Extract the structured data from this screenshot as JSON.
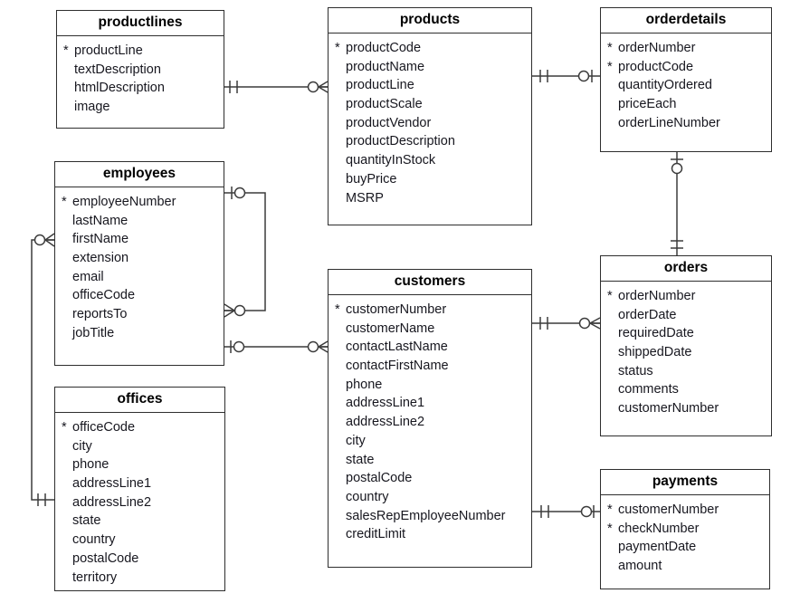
{
  "pk_marker": "*",
  "colors": {
    "background": "#ffffff",
    "table_border": "#2e2e2e",
    "connector_line": "#3c3c3c",
    "title_text": "#000000",
    "field_text": "#17171f"
  },
  "tables": [
    {
      "id": "productlines",
      "title": "productlines",
      "fields": [
        {
          "pk": true,
          "name": "productLine"
        },
        {
          "pk": false,
          "name": "textDescription"
        },
        {
          "pk": false,
          "name": "htmlDescription"
        },
        {
          "pk": false,
          "name": "image"
        }
      ]
    },
    {
      "id": "products",
      "title": "products",
      "fields": [
        {
          "pk": true,
          "name": "productCode"
        },
        {
          "pk": false,
          "name": "productName"
        },
        {
          "pk": false,
          "name": "productLine"
        },
        {
          "pk": false,
          "name": "productScale"
        },
        {
          "pk": false,
          "name": "productVendor"
        },
        {
          "pk": false,
          "name": "productDescription"
        },
        {
          "pk": false,
          "name": "quantityInStock"
        },
        {
          "pk": false,
          "name": "buyPrice"
        },
        {
          "pk": false,
          "name": "MSRP"
        }
      ]
    },
    {
      "id": "orderdetails",
      "title": "orderdetails",
      "fields": [
        {
          "pk": true,
          "name": "orderNumber"
        },
        {
          "pk": true,
          "name": "productCode"
        },
        {
          "pk": false,
          "name": "quantityOrdered"
        },
        {
          "pk": false,
          "name": "priceEach"
        },
        {
          "pk": false,
          "name": "orderLineNumber"
        }
      ]
    },
    {
      "id": "employees",
      "title": "employees",
      "fields": [
        {
          "pk": true,
          "name": "employeeNumber"
        },
        {
          "pk": false,
          "name": "lastName"
        },
        {
          "pk": false,
          "name": "firstName"
        },
        {
          "pk": false,
          "name": "extension"
        },
        {
          "pk": false,
          "name": "email"
        },
        {
          "pk": false,
          "name": "officeCode"
        },
        {
          "pk": false,
          "name": "reportsTo"
        },
        {
          "pk": false,
          "name": "jobTitle"
        }
      ]
    },
    {
      "id": "customers",
      "title": "customers",
      "fields": [
        {
          "pk": true,
          "name": "customerNumber"
        },
        {
          "pk": false,
          "name": "customerName"
        },
        {
          "pk": false,
          "name": "contactLastName"
        },
        {
          "pk": false,
          "name": "contactFirstName"
        },
        {
          "pk": false,
          "name": "phone"
        },
        {
          "pk": false,
          "name": "addressLine1"
        },
        {
          "pk": false,
          "name": "addressLine2"
        },
        {
          "pk": false,
          "name": "city"
        },
        {
          "pk": false,
          "name": "state"
        },
        {
          "pk": false,
          "name": "postalCode"
        },
        {
          "pk": false,
          "name": "country"
        },
        {
          "pk": false,
          "name": "salesRepEmployeeNumber"
        },
        {
          "pk": false,
          "name": "creditLimit"
        }
      ]
    },
    {
      "id": "orders",
      "title": "orders",
      "fields": [
        {
          "pk": true,
          "name": "orderNumber"
        },
        {
          "pk": false,
          "name": "orderDate"
        },
        {
          "pk": false,
          "name": "requiredDate"
        },
        {
          "pk": false,
          "name": "shippedDate"
        },
        {
          "pk": false,
          "name": "status"
        },
        {
          "pk": false,
          "name": "comments"
        },
        {
          "pk": false,
          "name": "customerNumber"
        }
      ]
    },
    {
      "id": "offices",
      "title": "offices",
      "fields": [
        {
          "pk": true,
          "name": "officeCode"
        },
        {
          "pk": false,
          "name": "city"
        },
        {
          "pk": false,
          "name": "phone"
        },
        {
          "pk": false,
          "name": "addressLine1"
        },
        {
          "pk": false,
          "name": "addressLine2"
        },
        {
          "pk": false,
          "name": "state"
        },
        {
          "pk": false,
          "name": "country"
        },
        {
          "pk": false,
          "name": "postalCode"
        },
        {
          "pk": false,
          "name": "territory"
        }
      ]
    },
    {
      "id": "payments",
      "title": "payments",
      "fields": [
        {
          "pk": true,
          "name": "customerNumber"
        },
        {
          "pk": true,
          "name": "checkNumber"
        },
        {
          "pk": false,
          "name": "paymentDate"
        },
        {
          "pk": false,
          "name": "amount"
        }
      ]
    }
  ],
  "relationships": [
    {
      "from": "productlines",
      "to": "products",
      "from_end": "one-mandatory",
      "to_end": "zero-or-many"
    },
    {
      "from": "products",
      "to": "orderdetails",
      "from_end": "one-mandatory",
      "to_end": "zero-or-one"
    },
    {
      "from": "orderdetails",
      "to": "orders",
      "from_end": "zero-or-one",
      "to_end": "one-mandatory"
    },
    {
      "from": "customers",
      "to": "orders",
      "from_end": "one-mandatory",
      "to_end": "zero-or-many"
    },
    {
      "from": "customers",
      "to": "payments",
      "from_end": "one-mandatory",
      "to_end": "zero-or-one"
    },
    {
      "from": "employees",
      "to": "employees",
      "from_end": "zero-or-one",
      "to_end": "zero-or-many"
    },
    {
      "from": "employees",
      "to": "customers",
      "from_end": "zero-or-one",
      "to_end": "zero-or-many"
    },
    {
      "from": "offices",
      "to": "employees",
      "from_end": "one-mandatory",
      "to_end": "zero-or-many"
    }
  ]
}
